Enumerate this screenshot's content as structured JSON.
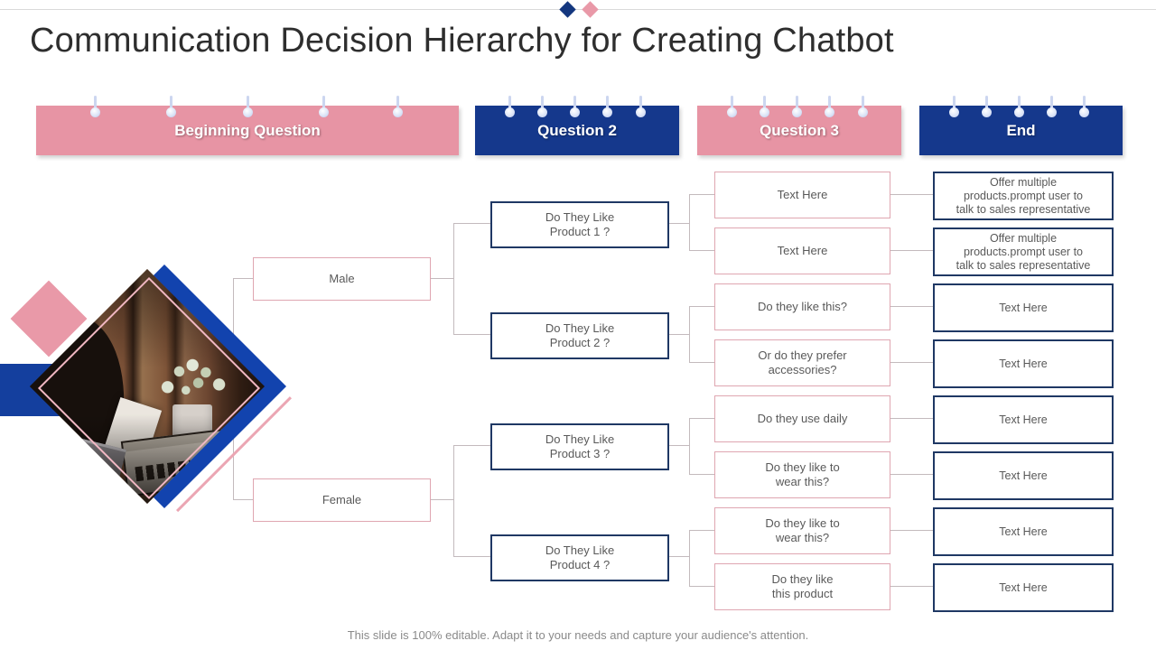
{
  "slide": {
    "title": "Communication Decision Hierarchy for Creating Chatbot",
    "footer": "This slide is 100% editable. Adapt it to your needs and capture your audience's attention."
  },
  "colors": {
    "header_navy": "#15388c",
    "header_pink": "#e794a4",
    "box_navy_border": "#1f3864",
    "box_pink_border": "#dfa6b1",
    "royal_blue_diamond": "#1243ae",
    "pink_diamond": "#e999a8",
    "text_gray": "#595959"
  },
  "headers": [
    {
      "label": "Beginning Question",
      "color": "pink"
    },
    {
      "label": "Question 2",
      "color": "navy"
    },
    {
      "label": "Question 3",
      "color": "pink"
    },
    {
      "label": "End",
      "color": "navy"
    }
  ],
  "tree": {
    "beginning": [
      {
        "label": "Male"
      },
      {
        "label": "Female"
      }
    ],
    "question2": [
      {
        "label": "Do They Like\nProduct 1 ?"
      },
      {
        "label": "Do They Like\nProduct 2 ?"
      },
      {
        "label": "Do They Like\nProduct 3 ?"
      },
      {
        "label": "Do They Like\nProduct 4 ?"
      }
    ],
    "question3": [
      {
        "label": "Text Here"
      },
      {
        "label": "Text Here"
      },
      {
        "label": "Do they like this?"
      },
      {
        "label": "Or do they prefer\naccessories?"
      },
      {
        "label": "Do they use daily"
      },
      {
        "label": "Do they like to\nwear this?"
      },
      {
        "label": "Do they like to\nwear this?"
      },
      {
        "label": "Do they like\nthis product"
      }
    ],
    "end": [
      {
        "label": "Offer multiple\nproducts.prompt user to\ntalk to sales representative"
      },
      {
        "label": "Offer multiple\nproducts.prompt user to\ntalk to sales representative"
      },
      {
        "label": "Text Here"
      },
      {
        "label": "Text Here"
      },
      {
        "label": "Text Here"
      },
      {
        "label": "Text Here"
      },
      {
        "label": "Text Here"
      },
      {
        "label": "Text Here"
      }
    ]
  }
}
